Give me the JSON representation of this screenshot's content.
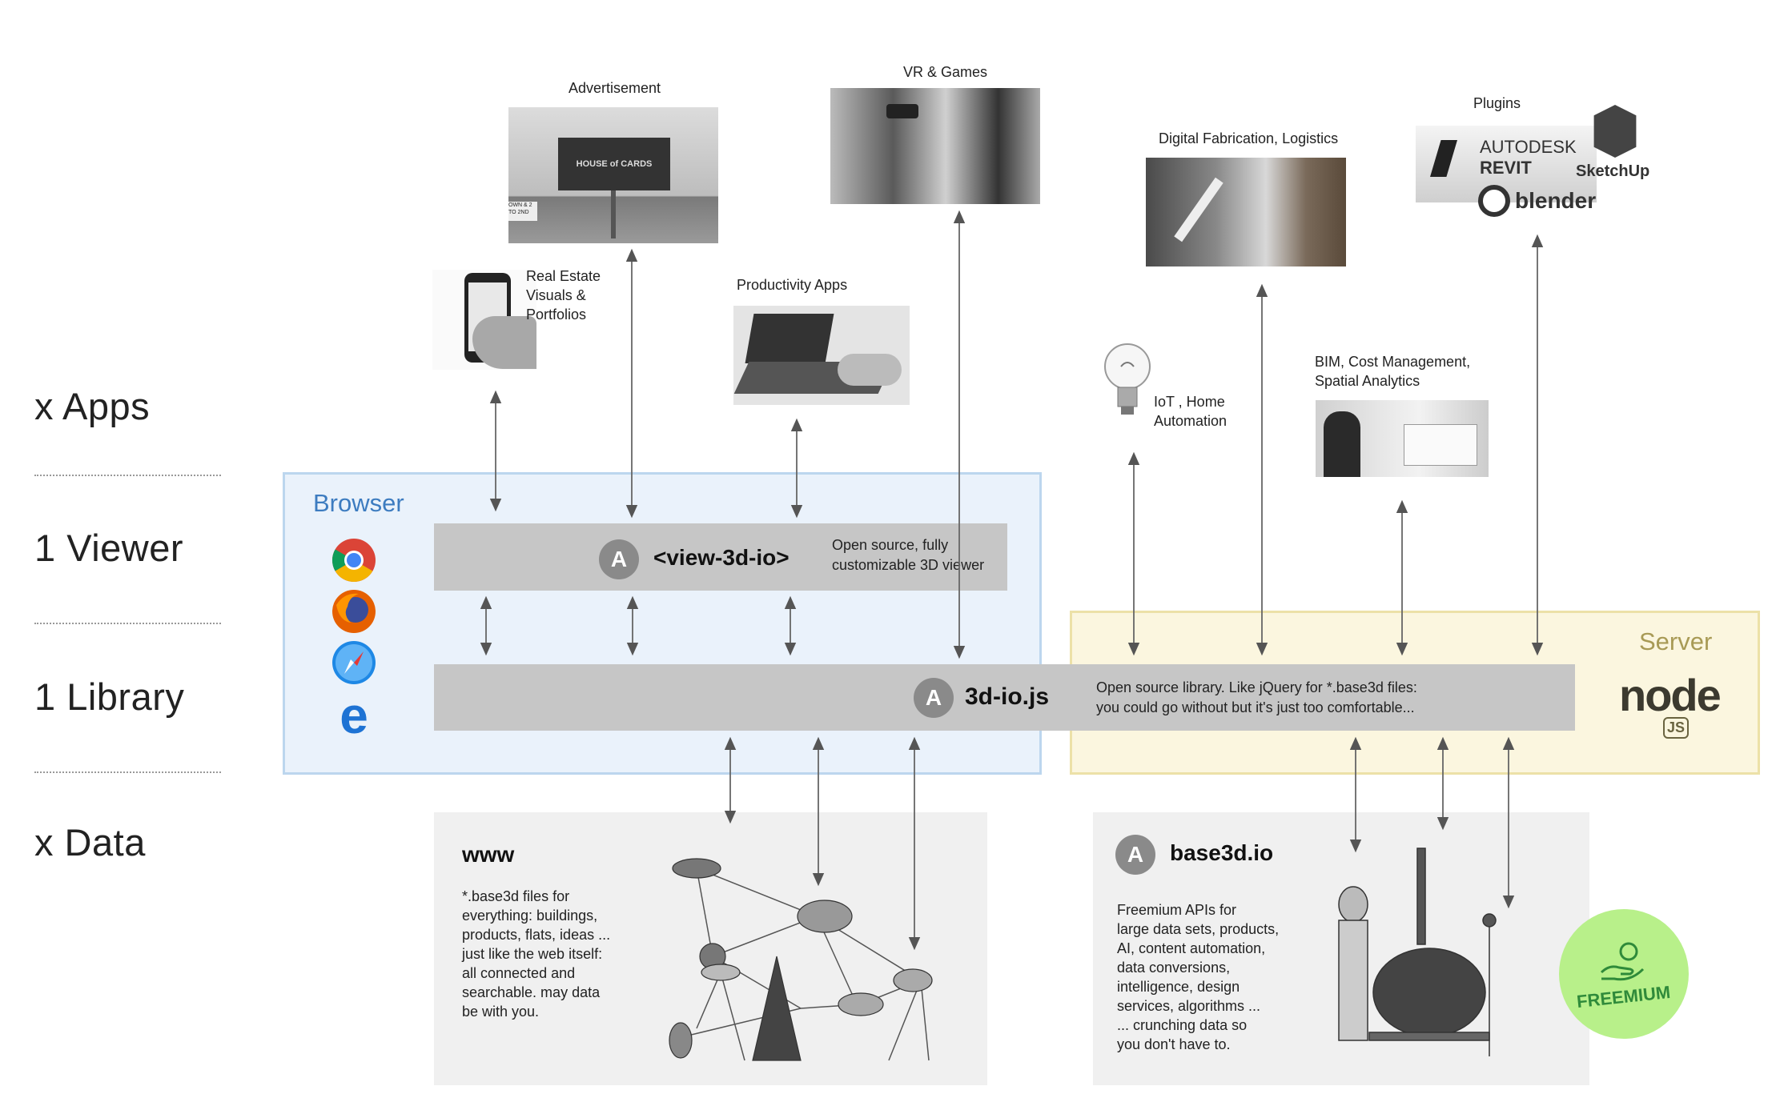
{
  "rows": {
    "apps": "x  Apps",
    "viewer": "1  Viewer",
    "library": "1  Library",
    "data": "x  Data"
  },
  "browser": {
    "title": "Browser",
    "icons": [
      "chrome-icon",
      "firefox-icon",
      "safari-icon",
      "edge-icon"
    ]
  },
  "server": {
    "title": "Server",
    "node_logo_text": "node",
    "node_js_text": "JS"
  },
  "viewer_bar": {
    "name": "<view-3d-io>",
    "desc_line1": "Open source, fully",
    "desc_line2": "customizable 3D viewer"
  },
  "library_bar": {
    "name": "3d-io.js",
    "desc_line1": "Open source library. Like jQuery for *.base3d files:",
    "desc_line2": "you could go without but it's just too comfortable..."
  },
  "apps": {
    "advertisement": "Advertisement",
    "billboard_text": "HOUSE of CARDS",
    "billboard_sign": "OWN & 2 TO 2ND",
    "vr_games": "VR & Games",
    "real_estate_line1": "Real Estate",
    "real_estate_line2": "Visuals &",
    "real_estate_line3": "Portfolios",
    "productivity": "Productivity Apps",
    "digital_fab": "Digital Fabrication, Logistics",
    "plugins": "Plugins",
    "plugin_autodesk": "AUTODESK",
    "plugin_revit": "REVIT",
    "plugin_sketchup": "SketchUp",
    "plugin_blender": "blender",
    "iot_line1": "IoT ,  Home",
    "iot_line2": "Automation",
    "bim_line1": "BIM, Cost Management,",
    "bim_line2": "Spatial Analytics"
  },
  "www": {
    "title": "www",
    "lines": [
      "*.base3d files for",
      "everything: buildings,",
      "products, flats, ideas ...",
      "just like the web itself:",
      "all connected and",
      "searchable. may data",
      "be with you."
    ]
  },
  "base3d": {
    "title": "base3d.io",
    "lines": [
      "Freemium APIs for",
      "large data sets, products,",
      "AI, content automation,",
      "data conversions,",
      "intelligence, design",
      "services, algorithms ...",
      "... crunching data so",
      "you don't have to."
    ],
    "badge": "FREEMIUM"
  },
  "colors": {
    "browser_fill": "#eaf2fb",
    "browser_border": "#bcd6ee",
    "browser_title": "#3d7cc0",
    "server_fill": "#fbf6df",
    "server_border": "#ece1a8",
    "server_title": "#a89a55",
    "bar_fill": "#c6c6c6",
    "data_fill": "#f0f0f0",
    "freemium_green": "#b8f08a",
    "freemium_text": "#2f8a3a"
  }
}
